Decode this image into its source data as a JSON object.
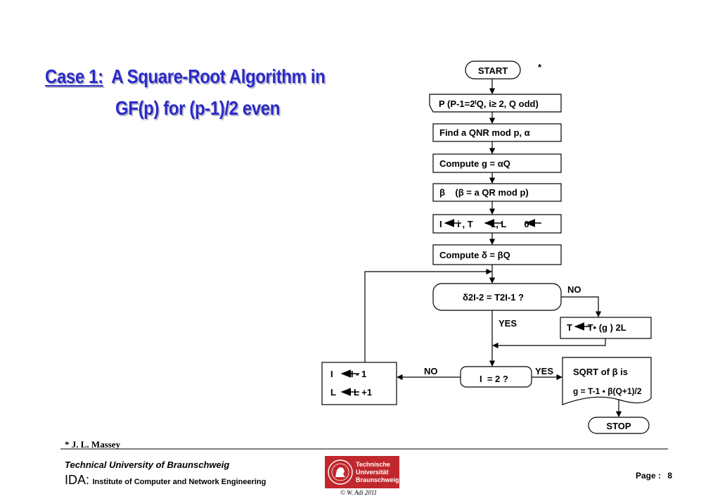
{
  "title": {
    "line1_prefix": "Case 1:",
    "line1_rest": "  A Square-Root Algorithm in",
    "line2": "GF(p) for (p-1)/2  even"
  },
  "flowchart": {
    "start": "START",
    "start_note": "*",
    "input": "P (P-1=2ⁱQ, i≥ 2, Q odd)",
    "step_qnr": "Find a QNR mod p, α",
    "step_g": "Compute  g = αQ",
    "step_beta": "β    (β = a QR mod p)",
    "step_init": "I      i , T       1, L       0",
    "step_delta": "Compute  δ = βQ",
    "decision_test": "δ2I-2 = T2I-1 ?",
    "label_no_top": "NO",
    "label_yes_mid": "YES",
    "update_t": "T      T• (g ) 2L",
    "decision_i": "I  = 2 ?",
    "label_no_left": "NO",
    "label_yes_right": "YES",
    "update_il_line1": "I       I - 1",
    "update_il_line2": "L       L +1",
    "output_line1": "SQRT of β is",
    "output_line2": "g = T-1 • β(Q+1)/2",
    "stop": "STOP"
  },
  "footnote": "* J. L.  Massey",
  "footer": {
    "university": "Technical University of Braunschweig",
    "dept_prefix": "IDA:",
    "dept_name": "Institute of Computer and Network Engineering",
    "logo_line1": "Technische",
    "logo_line2": "Universität",
    "logo_line3": "Braunschweig",
    "copyright": "© W. Adi 2011",
    "page_label": "Page :",
    "page_number": "8"
  },
  "colors": {
    "title": "#2a2ac8",
    "logo": "#c0282d"
  }
}
